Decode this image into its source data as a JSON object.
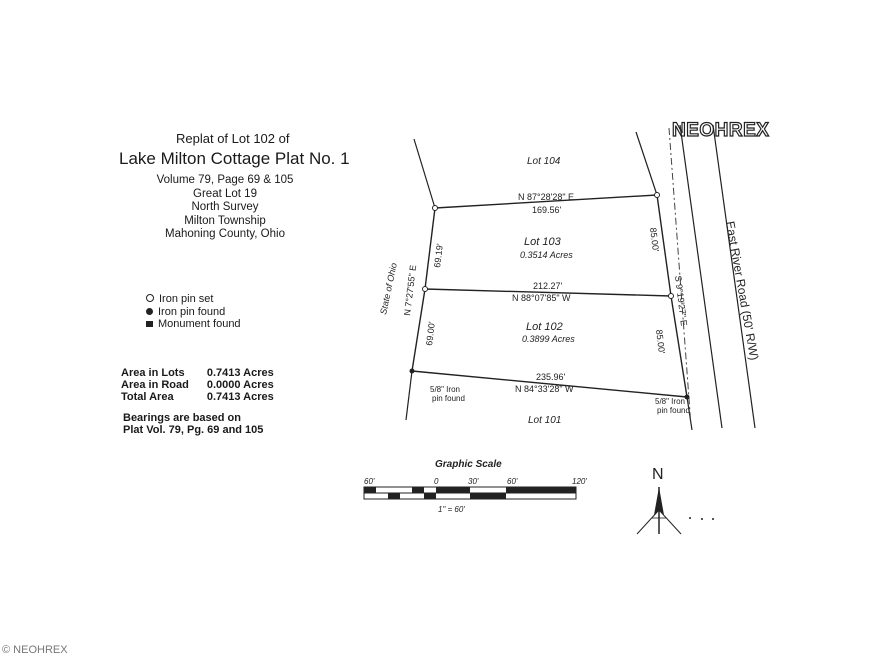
{
  "watermark_top": "NEOHREX",
  "watermark_bottom": "© NEOHREX",
  "header": {
    "replat": "Replat of Lot 102 of",
    "plat_name": "Lake Milton Cottage Plat No. 1",
    "lines": [
      "Volume 79, Page 69 & 105",
      "Great Lot 19",
      "North Survey",
      "Milton Township",
      "Mahoning County, Ohio"
    ]
  },
  "legend": [
    {
      "symbol": "circle-open",
      "label": "Iron pin set"
    },
    {
      "symbol": "circle-filled",
      "label": "Iron pin found"
    },
    {
      "symbol": "square-filled",
      "label": "Monument found"
    }
  ],
  "areas": [
    {
      "label": "Area in Lots",
      "value": "0.7413 Acres"
    },
    {
      "label": "Area in Road",
      "value": "0.0000 Acres"
    },
    {
      "label": "Total Area",
      "value": "0.7413 Acres"
    }
  ],
  "bearings_note": [
    "Bearings are based on",
    "Plat Vol. 79, Pg. 69 and 105"
  ],
  "map": {
    "lot104": "Lot 104",
    "lot103": "Lot 103",
    "lot103_acres": "0.3514 Acres",
    "lot102": "Lot 102",
    "lot102_acres": "0.3899 Acres",
    "lot101": "Lot 101",
    "top_bearing": "N 87°28'28\" E",
    "top_dist": "169.56'",
    "mid_dist": "212.27'",
    "mid_bearing": "N 88°07'85\" W",
    "bot_dist": "235.96'",
    "bot_bearing": "N 84°33'28\" W",
    "left_bearing": "N 7°27'55\" E",
    "left_upper_dist": "69.19'",
    "left_lower_dist": "69.00'",
    "right_bearing": "S 9°19'27\" E",
    "right_upper_dist": "85.00'",
    "right_lower_dist": "85.00'",
    "state": "State of Ohio",
    "road": "East River Road   (50' R/W)",
    "pin_left": [
      "5/8\" Iron",
      "pin found"
    ],
    "pin_right": [
      "5/8\" Iron",
      "pin found"
    ]
  },
  "scale": {
    "title": "Graphic Scale",
    "ticks": [
      "60'",
      "0",
      "30'",
      "60'",
      "120'"
    ],
    "ratio": "1\" = 60'"
  },
  "north": "N"
}
